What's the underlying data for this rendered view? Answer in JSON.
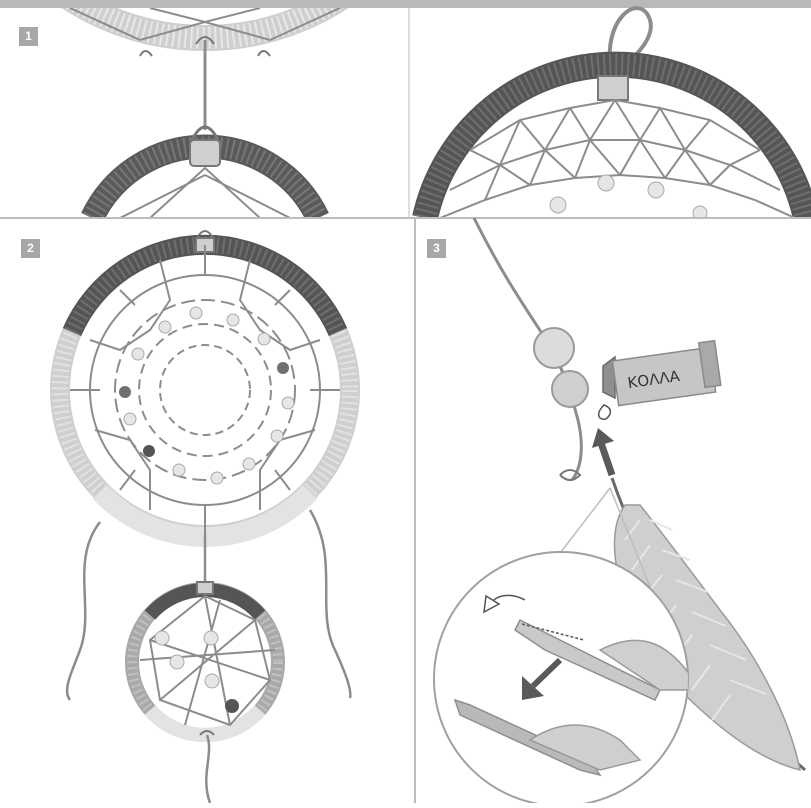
{
  "steps": {
    "step1": {
      "number": "1"
    },
    "step2": {
      "number": "2"
    },
    "step3": {
      "number": "3"
    }
  },
  "glue_tube": {
    "label": "ΚΟΛΛΑ"
  },
  "colors": {
    "dark_wrap": "#555555",
    "light_wrap": "#d8d8d8",
    "mid_wrap": "#a9a9a9",
    "net": "#8c8c8c",
    "bead_light": "#e6e6e6",
    "bead_dark": "#555555",
    "arrow": "#5a5a5a",
    "divider": "#bdbdbd",
    "top_bar": "#b9b9b9"
  },
  "icons": [
    "arrow-up-icon",
    "arrow-down-icon",
    "rotate-arrow-icon",
    "glue-drop-icon"
  ]
}
